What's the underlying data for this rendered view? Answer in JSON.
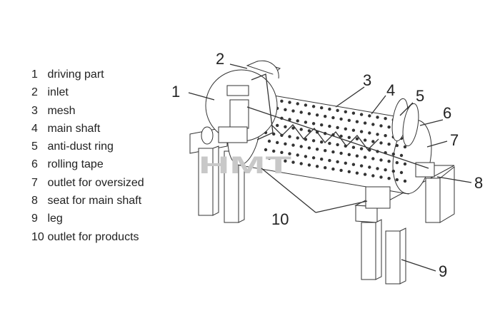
{
  "legend": [
    {
      "number": "1",
      "label": "driving part"
    },
    {
      "number": "2",
      "label": "inlet"
    },
    {
      "number": "3",
      "label": "mesh"
    },
    {
      "number": "4",
      "label": "main shaft"
    },
    {
      "number": "5",
      "label": "anti-dust ring"
    },
    {
      "number": "6",
      "label": "rolling tape"
    },
    {
      "number": "7",
      "label": "outlet for oversized"
    },
    {
      "number": "8",
      "label": "seat for main shaft"
    },
    {
      "number": "9",
      "label": "leg"
    },
    {
      "number": "10",
      "label": "outlet for products"
    }
  ],
  "callouts": {
    "c1": "1",
    "c2": "2",
    "c3": "3",
    "c4": "4",
    "c5": "5",
    "c6": "6",
    "c7": "7",
    "c8": "8",
    "c9": "9",
    "c10": "10"
  },
  "watermark": "HMT",
  "colors": {
    "line": "#333333",
    "watermark": "#c8c8c8",
    "background": "#ffffff"
  }
}
